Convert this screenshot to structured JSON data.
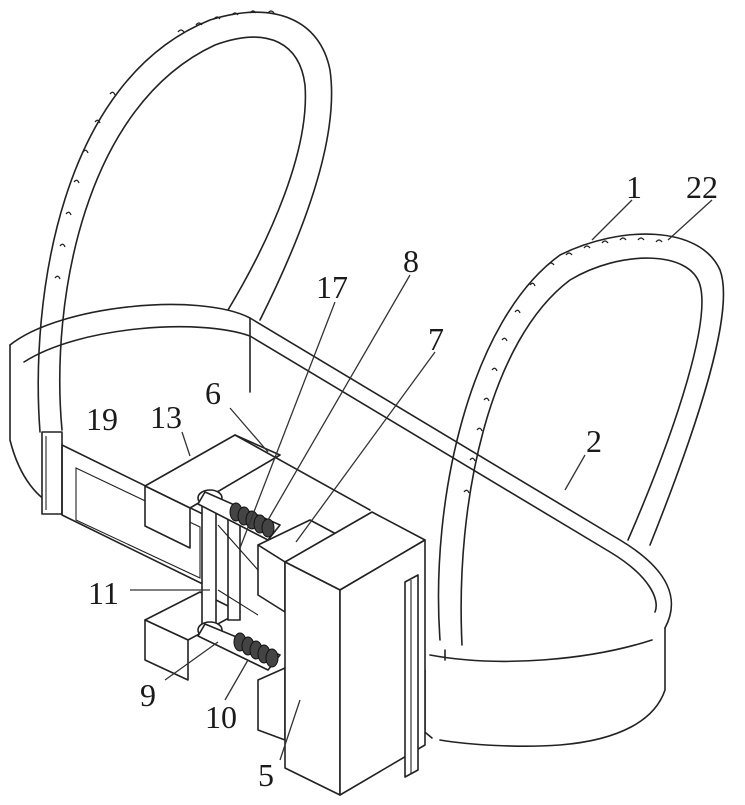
{
  "labels": {
    "l1": "1",
    "l22": "22",
    "l8": "8",
    "l17": "17",
    "l7": "7",
    "l6": "6",
    "l19": "19",
    "l13": "13",
    "l2": "2",
    "l11": "11",
    "l9": "9",
    "l10": "10",
    "l5": "5"
  }
}
